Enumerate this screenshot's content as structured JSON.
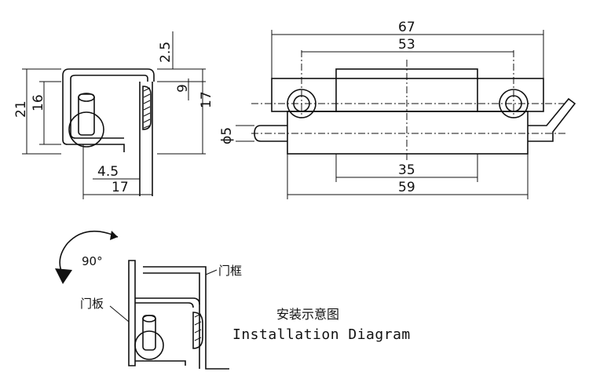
{
  "side_view": {
    "dimensions": {
      "top_gap": "2.5",
      "spring_offset": "9",
      "inner_height": "17",
      "overall_height": "21",
      "body_height": "16",
      "pin_offset": "4.5",
      "base_width": "17"
    }
  },
  "front_view": {
    "dimensions": {
      "overall_length": "67",
      "hole_spacing": "53",
      "barrel_width": "35",
      "body_length": "59",
      "pin_diameter": "ϕ5"
    }
  },
  "install": {
    "rotation_label": "90°",
    "door_frame_label": "门框",
    "door_panel_label": "门板",
    "caption_cn": "安装示意图",
    "caption_en": "Installation Diagram"
  }
}
